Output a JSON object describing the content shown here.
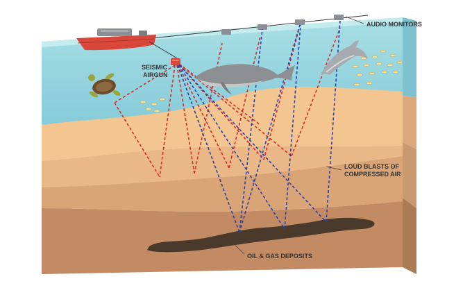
{
  "labels": {
    "audio_monitors": "AUDIO MONITORS",
    "seismic_line1": "SEISMIC",
    "seismic_line2": "AIRGUN",
    "loud_line1": "LOUD BLASTS OF",
    "loud_line2": "COMPRESSED AIR",
    "deposits": "OIL & GAS DEPOSITS"
  },
  "colors": {
    "outgoing_wave": "#d42a2a",
    "reflected_wave": "#2a3fa8",
    "water_top": "#a8dde3",
    "water_deep": "#8fd0dc",
    "sediment_1": "#f3c58f",
    "sediment_2": "#e9b985",
    "rock_1": "#d8a476",
    "rock_2": "#c28a63",
    "deposit": "#4a3a2c",
    "ship": "#d8473a"
  },
  "icons": [
    "ship-icon",
    "airgun-icon",
    "hydrophone-icon",
    "turtle-icon",
    "whale-icon",
    "dolphin-icon",
    "fish-school-icon"
  ]
}
